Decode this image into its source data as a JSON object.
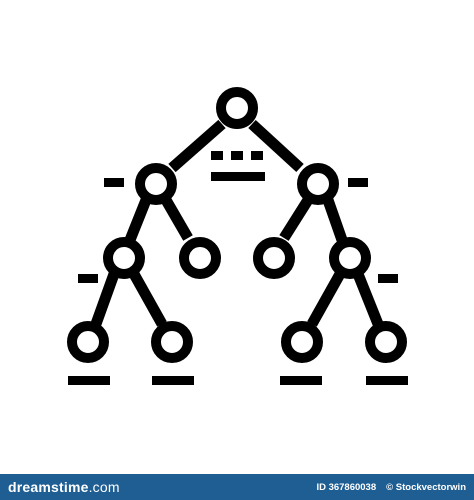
{
  "icon": {
    "name": "decision-tree-icon",
    "stroke_color": "#000000",
    "background": "#ffffff"
  },
  "footer": {
    "background": "#1f5e93",
    "text_color": "#ffffff",
    "logo_main": "dreamstime",
    "logo_tld": ".com",
    "image_id": "ID 367860038",
    "author": "© Stockvectorwin"
  }
}
